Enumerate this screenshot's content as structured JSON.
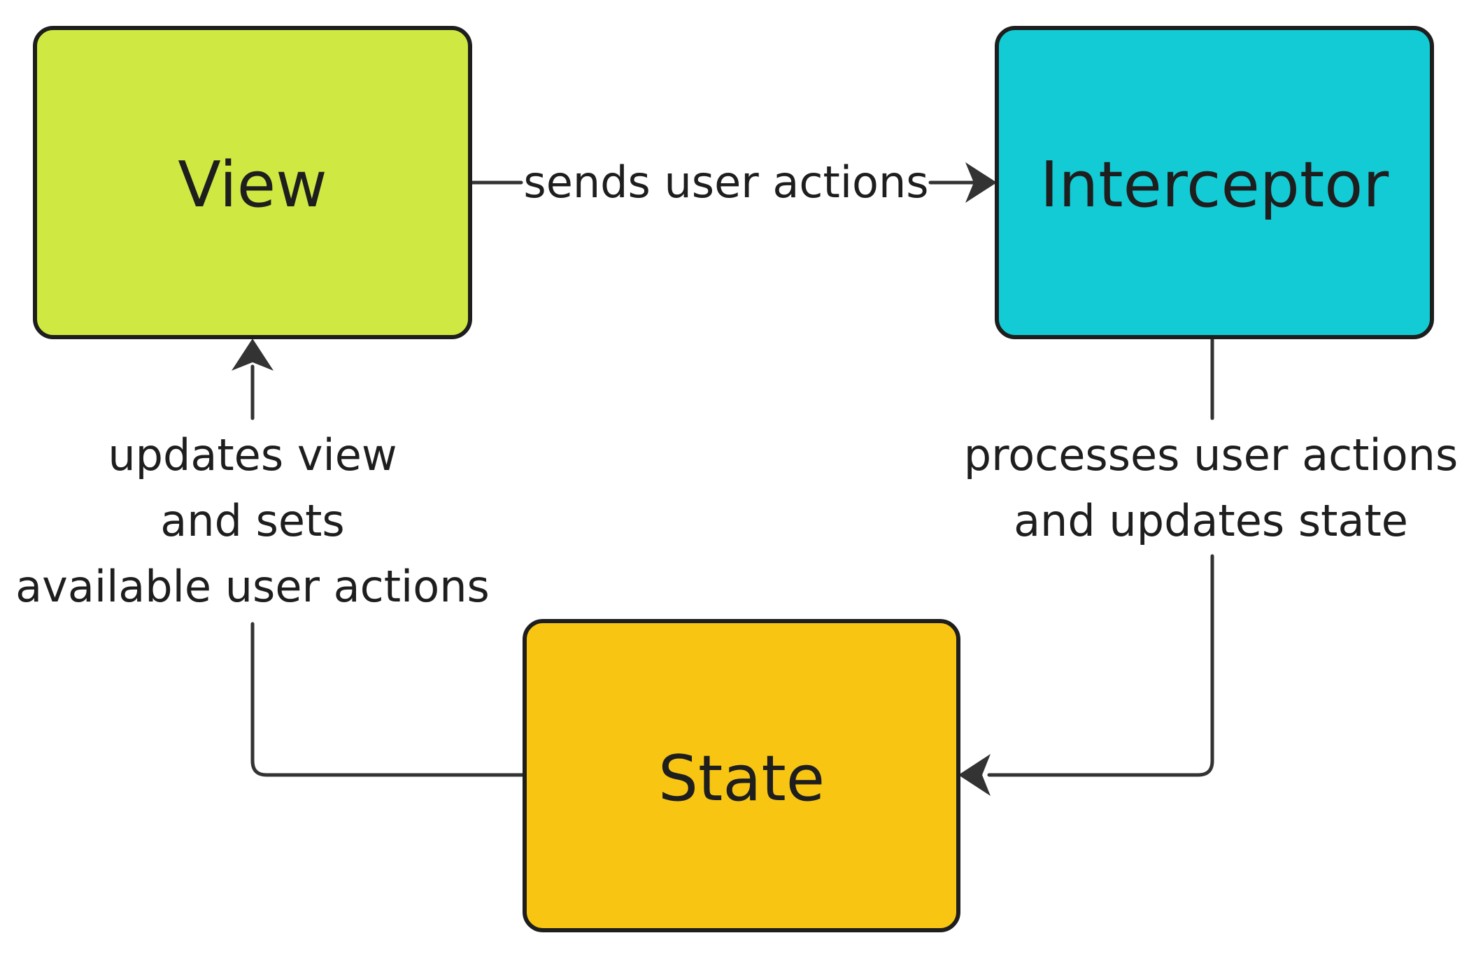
{
  "colors": {
    "view_fill": "#cfe942",
    "interceptor_fill": "#13cbd4",
    "state_fill": "#f8c612",
    "border": "#1e1e1e",
    "edge": "#333333"
  },
  "nodes": {
    "view": {
      "label": "View"
    },
    "interceptor": {
      "label": "Interceptor"
    },
    "state": {
      "label": "State"
    }
  },
  "edges": {
    "view_to_interceptor": {
      "label": "sends user actions"
    },
    "interceptor_to_state": {
      "lines": [
        "processes user actions",
        "and updates state"
      ]
    },
    "state_to_view": {
      "lines": [
        "updates view",
        "and sets",
        "available user actions"
      ]
    }
  }
}
